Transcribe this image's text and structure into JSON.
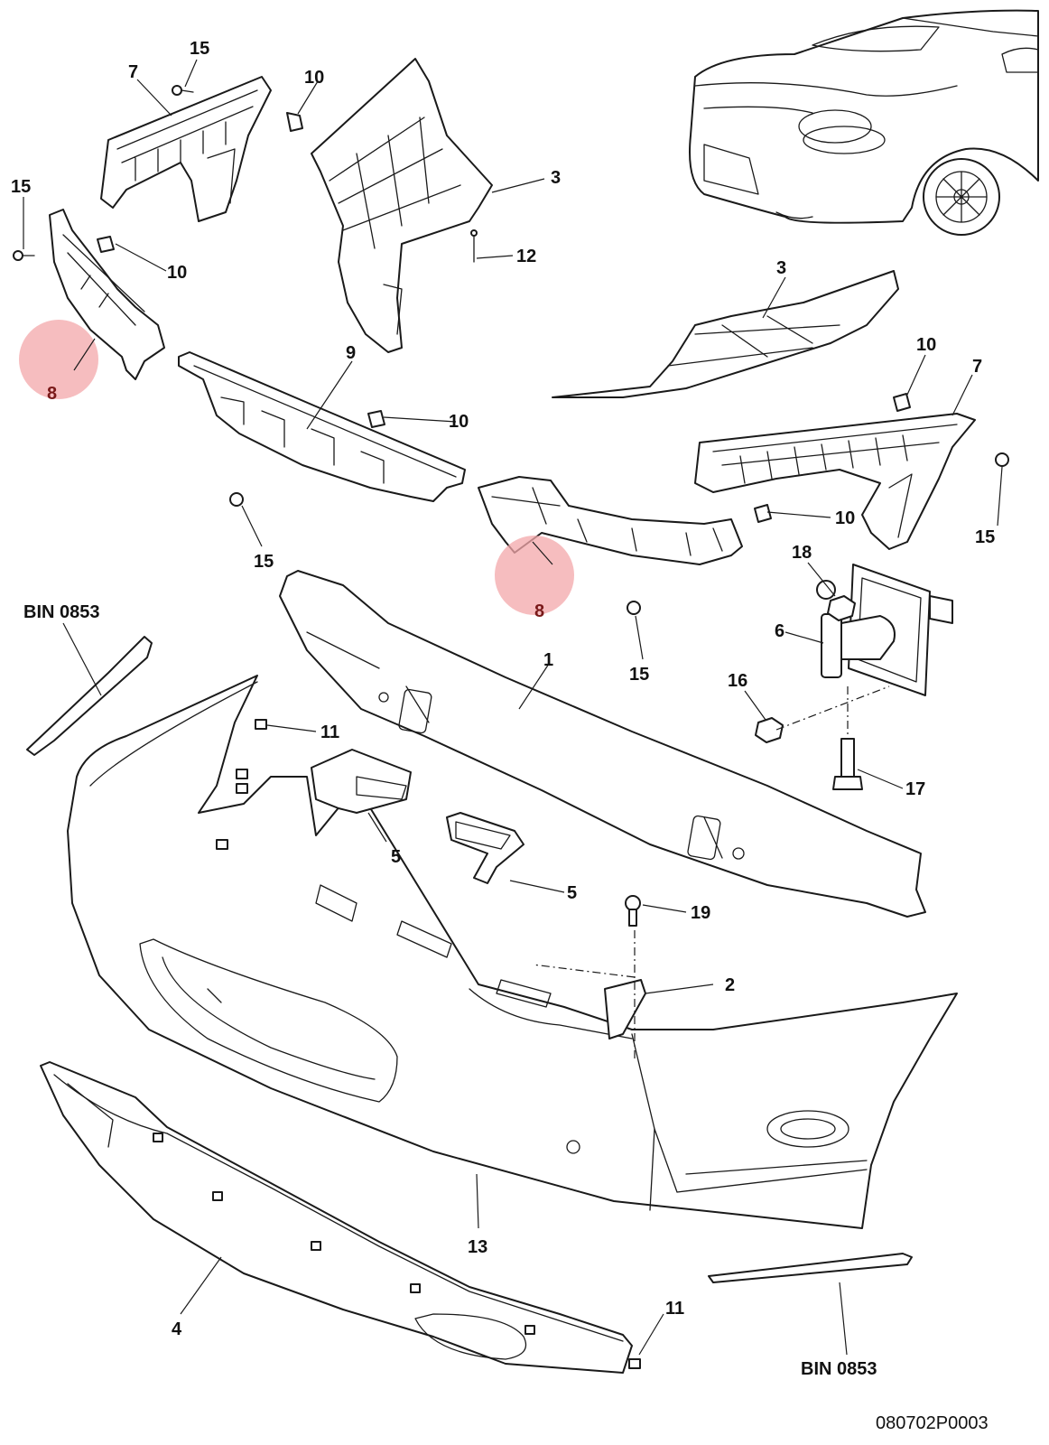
{
  "labels": {
    "p1": "1",
    "p2": "2",
    "p3a": "3",
    "p3b": "3",
    "p4": "4",
    "p5a": "5",
    "p5b": "5",
    "p6": "6",
    "p7a": "7",
    "p7b": "7",
    "p8a": "8",
    "p8b": "8",
    "p9": "9",
    "p10a": "10",
    "p10b": "10",
    "p10c": "10",
    "p10d": "10",
    "p10e": "10",
    "p11a": "11",
    "p11b": "11",
    "p12": "12",
    "p13": "13",
    "p15a": "15",
    "p15b": "15",
    "p15c": "15",
    "p15d": "15",
    "p15e": "15",
    "p16": "16",
    "p17": "17",
    "p18": "18",
    "p19": "19"
  },
  "bin_refs": [
    "BIN 0853",
    "BIN 0853"
  ],
  "drawing_number": "080702P0003",
  "colors": {
    "highlight": "#f3a7a9",
    "line": "#1a1a1a"
  }
}
